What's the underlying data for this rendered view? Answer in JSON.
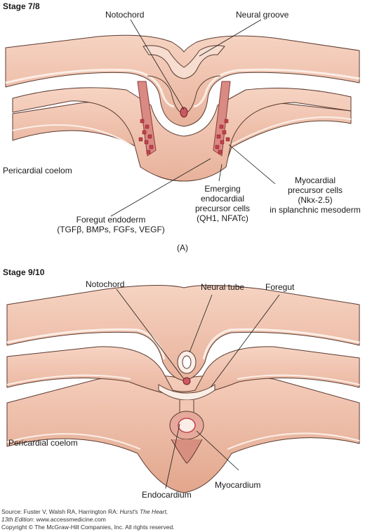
{
  "panelA": {
    "stage": "Stage 7/8",
    "notochord": "Notochord",
    "neural_groove": "Neural groove",
    "pericardial_coelom": "Pericardial coelom",
    "myocardial_precursor": [
      "Myocardial",
      "precursor cells",
      "(Nkx-2.5)",
      "in splanchnic mesoderm"
    ],
    "emerging_endocardial": [
      "Emerging",
      "endocardial",
      "precursor cells",
      "(QH1, NFATc)"
    ],
    "foregut_endoderm": [
      "Foregut endoderm",
      "(TGFβ, BMPs, FGFs, VEGF)"
    ],
    "panel_letter": "(A)"
  },
  "panelB": {
    "stage": "Stage 9/10",
    "notochord": "Notochord",
    "neural_tube": "Neural tube",
    "foregut": "Foregut",
    "pericardial_coelom": "Pericardial coelom",
    "endocardium": "Endocardium",
    "myocardium": "Myocardium"
  },
  "source": {
    "prefix": "Source: Fuster V, Walsh RA, Harrington RA: ",
    "book": "Hurst's The Heart,",
    "edition": "13th Edition",
    "site": ": www.accessmedicine.com",
    "copyright": "Copyright © The McGraw-Hill Companies, Inc. All rights reserved."
  },
  "colors": {
    "tissue": "#f2c7b3",
    "tissue_dark": "#e3a98f",
    "edge": "#5b3a30",
    "highlight": "#fbeee7",
    "red": "#c4404a"
  }
}
